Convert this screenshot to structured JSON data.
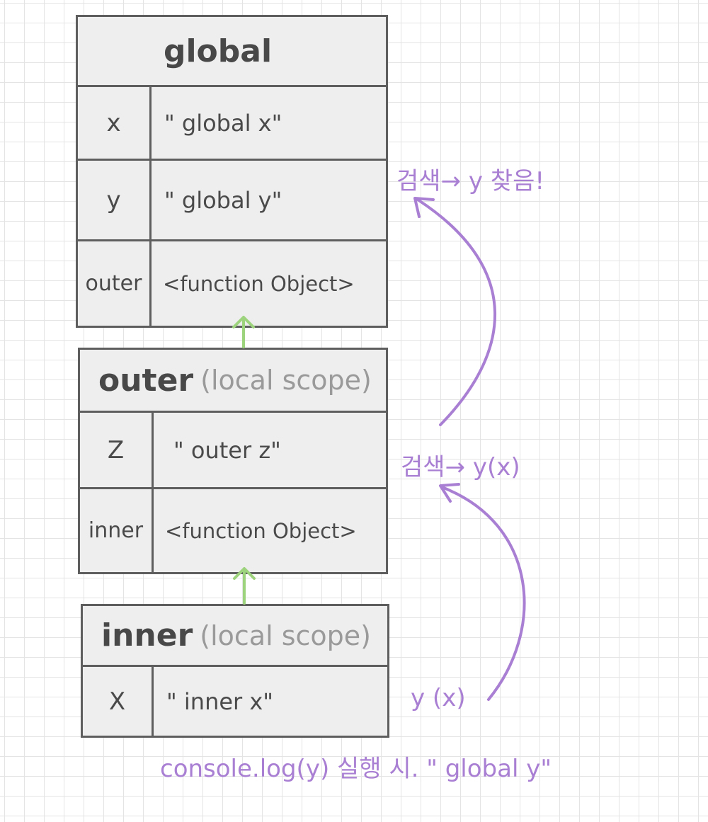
{
  "global": {
    "title": "global",
    "rows": [
      {
        "key": "x",
        "value": "\" global x\""
      },
      {
        "key": "y",
        "value": "\" global y\""
      },
      {
        "key": "outer",
        "value": "<function Object>"
      }
    ]
  },
  "outer": {
    "title": "outer",
    "subtitle": "(local scope)",
    "rows": [
      {
        "key": "Z",
        "value": "\" outer z\""
      },
      {
        "key": "inner",
        "value": "<function Object>"
      }
    ]
  },
  "inner": {
    "title": "inner",
    "subtitle": "(local scope)",
    "rows": [
      {
        "key": "X",
        "value": "\" inner x\""
      }
    ]
  },
  "annotations": {
    "search_found": "검색→ y 찾음!",
    "search_outer": "검색→ y(x)",
    "start": "y (x)",
    "result": "console.log(y) 실행 시.   \" global y\""
  },
  "colors": {
    "annotation": "#a97fd3",
    "scope_arrow": "#9ed37e",
    "box_border": "#5e5e5e",
    "box_fill": "#eeeeee"
  }
}
